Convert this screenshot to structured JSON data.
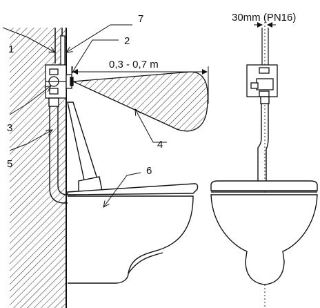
{
  "callouts": {
    "c1": "1",
    "c2": "2",
    "c3": "3",
    "c4": "4",
    "c5": "5",
    "c6": "6",
    "c7": "7"
  },
  "dimensions": {
    "range": "0,3 - 0,7 m",
    "pipe": "30mm (PN16)"
  },
  "colors": {
    "line": "#111111",
    "background": "#ffffff"
  }
}
